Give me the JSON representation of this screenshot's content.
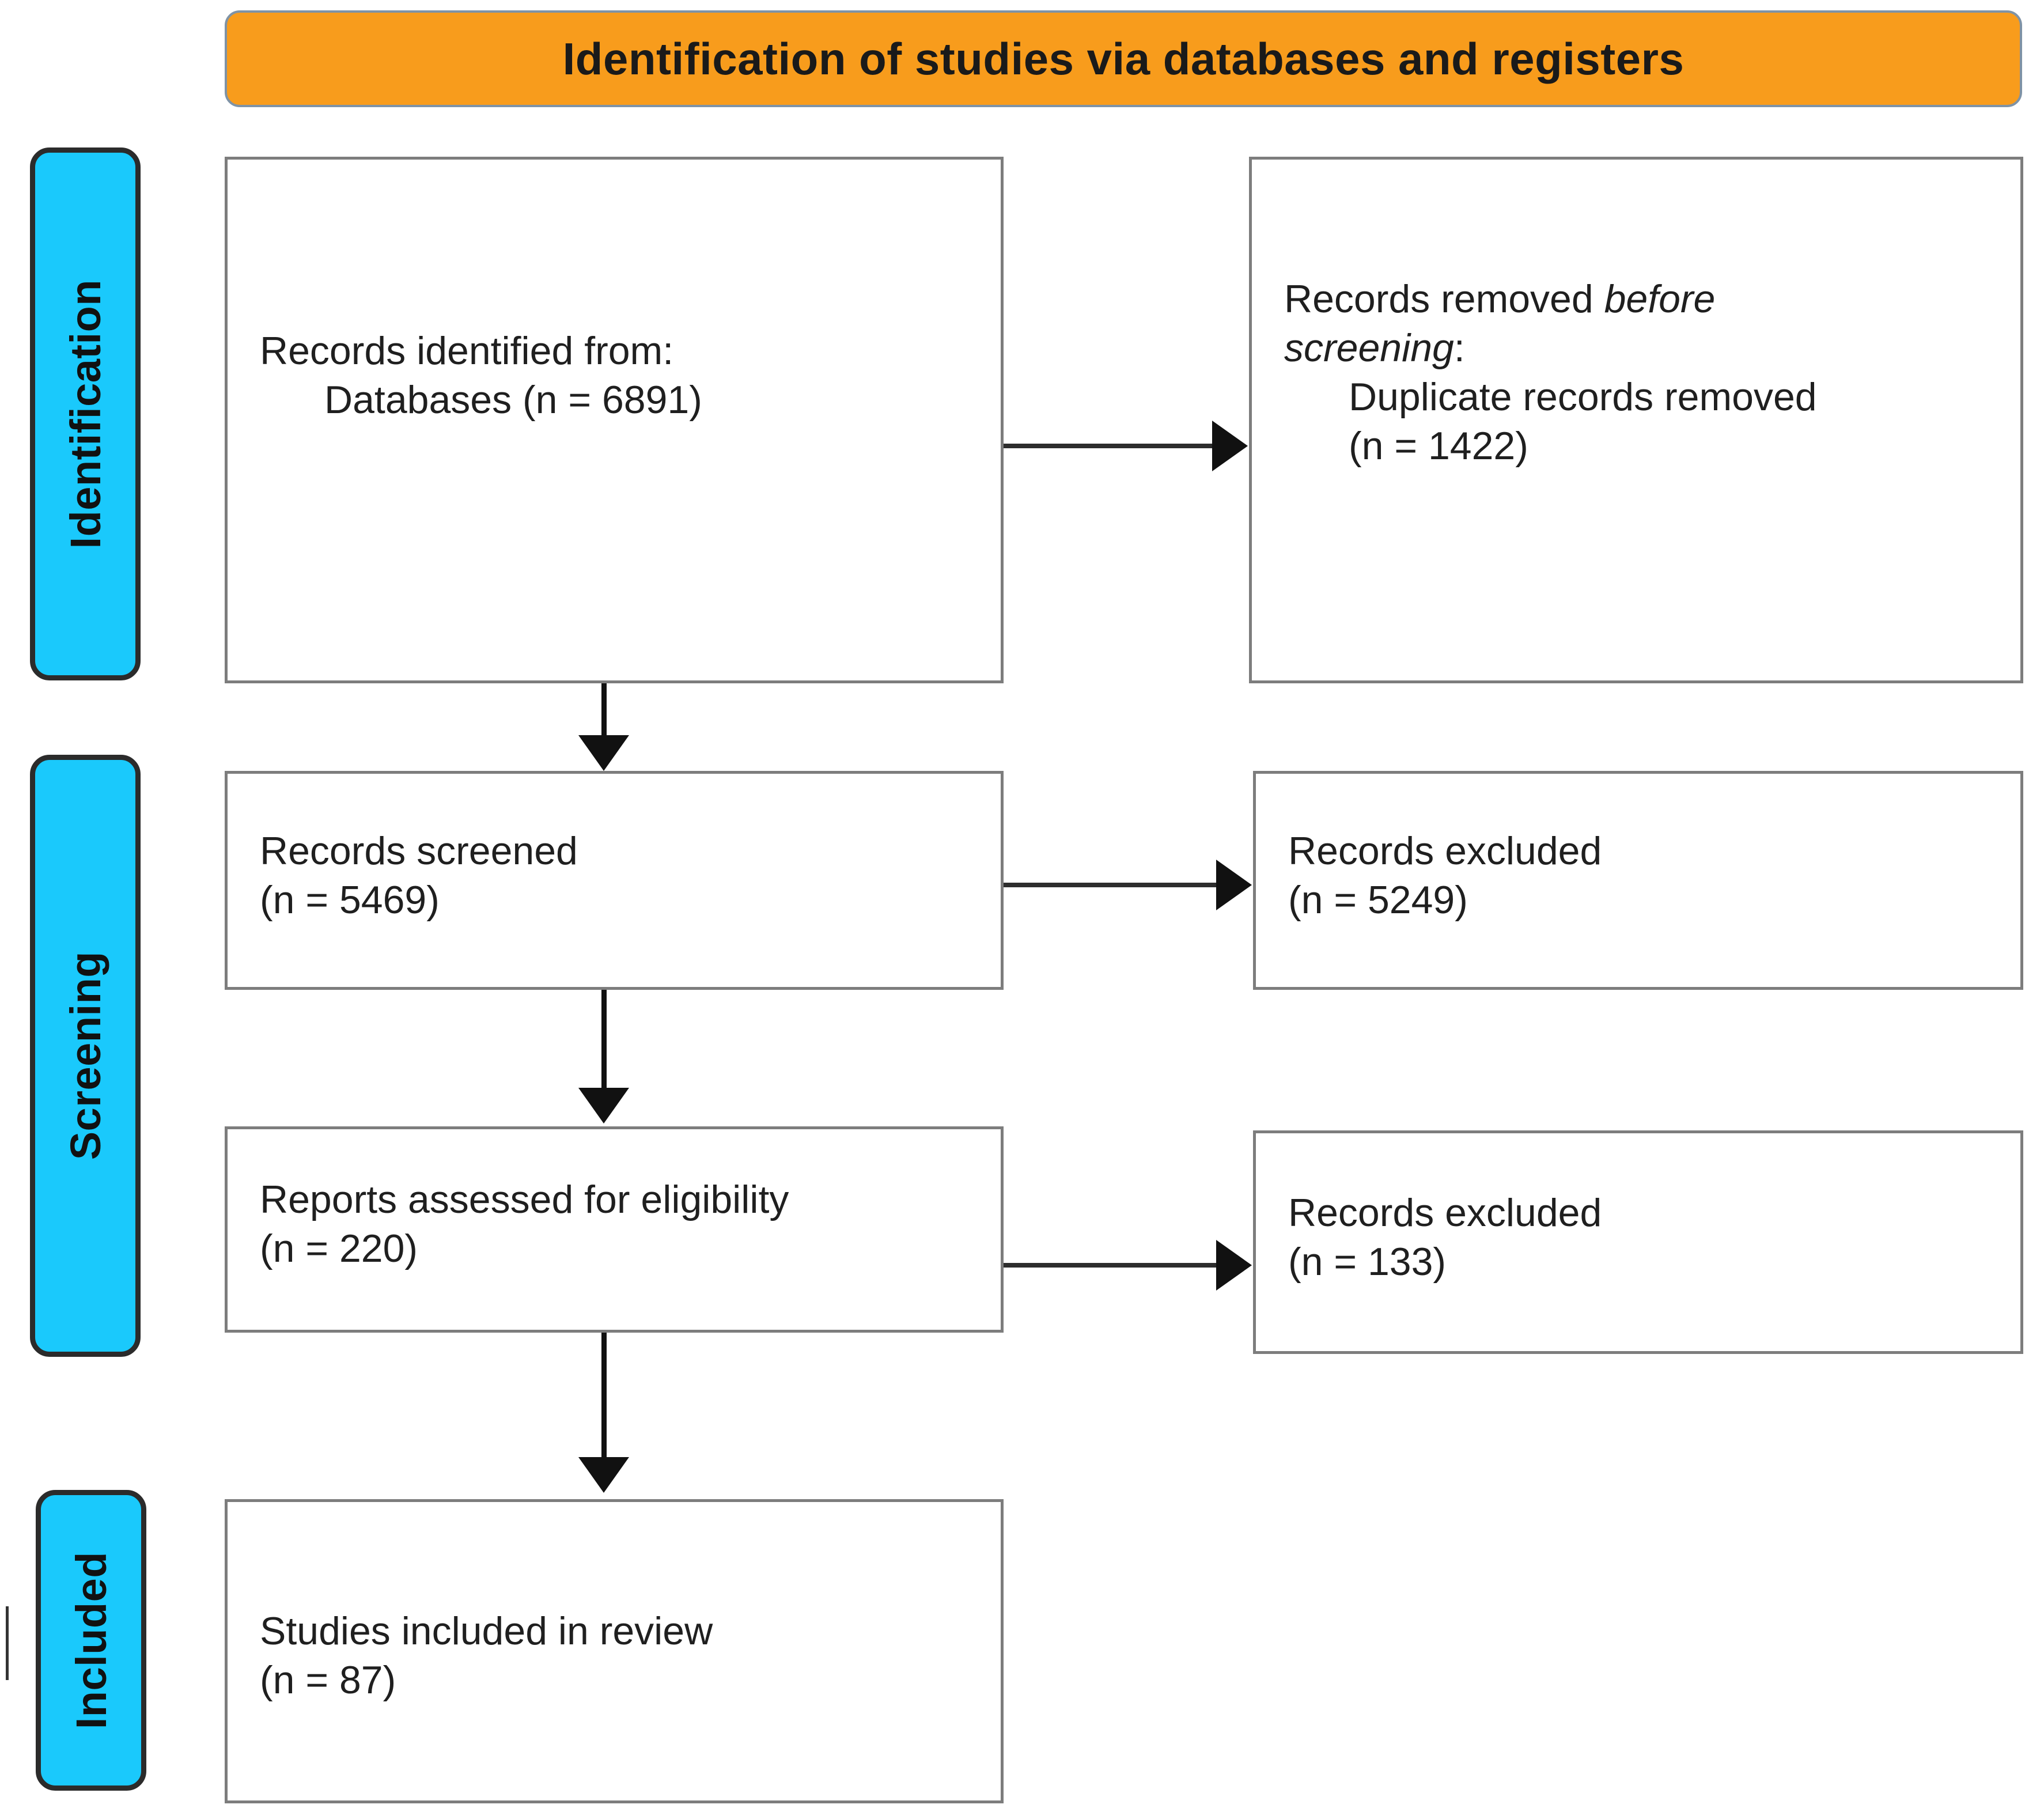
{
  "colors": {
    "header_orange": "#F89C1C",
    "stage_cyan": "#1AC9FC",
    "box_border_gray": "#7d7d7d",
    "arrow_black": "#111111",
    "text_dark": "#1f1f1f"
  },
  "header": {
    "title": "Identification of studies via databases and registers"
  },
  "stages": [
    {
      "id": "identification",
      "label": "Identification"
    },
    {
      "id": "screening",
      "label": "Screening"
    },
    {
      "id": "included",
      "label": "Included"
    }
  ],
  "boxes": {
    "identified": {
      "line1": "Records identified from:",
      "line2": "Databases (n = 6891)"
    },
    "removed": {
      "line1_prefix": "Records removed ",
      "line1_italic": "before",
      "line2_italic": "screening",
      "line2_suffix": ":",
      "line3": "Duplicate records removed",
      "line4": "(n = 1422)"
    },
    "screened": {
      "line1": "Records screened",
      "line2": "(n = 5469)"
    },
    "excluded_1": {
      "line1": "Records excluded",
      "line2": "(n = 5249)"
    },
    "eligibility": {
      "line1": "Reports assessed for eligibility",
      "line2": "(n = 220)"
    },
    "excluded_2": {
      "line1": "Records excluded",
      "line2": "(n = 133)"
    },
    "included": {
      "line1": "Studies included in review",
      "line2": "(n = 87)"
    }
  },
  "chart_data": {
    "type": "diagram",
    "title": "Identification of studies via databases and registers",
    "diagram_kind": "PRISMA 2020 flow diagram",
    "stages": [
      "Identification",
      "Screening",
      "Included"
    ],
    "nodes": [
      {
        "id": "identified",
        "stage": "Identification",
        "label": "Records identified from: Databases",
        "n": 6891,
        "column": "left"
      },
      {
        "id": "removed",
        "stage": "Identification",
        "label": "Records removed before screening: Duplicate records removed",
        "n": 1422,
        "column": "right"
      },
      {
        "id": "screened",
        "stage": "Screening",
        "label": "Records screened",
        "n": 5469,
        "column": "left"
      },
      {
        "id": "excluded_1",
        "stage": "Screening",
        "label": "Records excluded",
        "n": 5249,
        "column": "right"
      },
      {
        "id": "eligibility",
        "stage": "Screening",
        "label": "Reports assessed for eligibility",
        "n": 220,
        "column": "left"
      },
      {
        "id": "excluded_2",
        "stage": "Screening",
        "label": "Records excluded",
        "n": 133,
        "column": "right"
      },
      {
        "id": "included",
        "stage": "Included",
        "label": "Studies included in review",
        "n": 87,
        "column": "left"
      }
    ],
    "edges": [
      {
        "from": "identified",
        "to": "removed",
        "direction": "right"
      },
      {
        "from": "identified",
        "to": "screened",
        "direction": "down"
      },
      {
        "from": "screened",
        "to": "excluded_1",
        "direction": "right"
      },
      {
        "from": "screened",
        "to": "eligibility",
        "direction": "down"
      },
      {
        "from": "eligibility",
        "to": "excluded_2",
        "direction": "right"
      },
      {
        "from": "eligibility",
        "to": "included",
        "direction": "down"
      }
    ]
  }
}
